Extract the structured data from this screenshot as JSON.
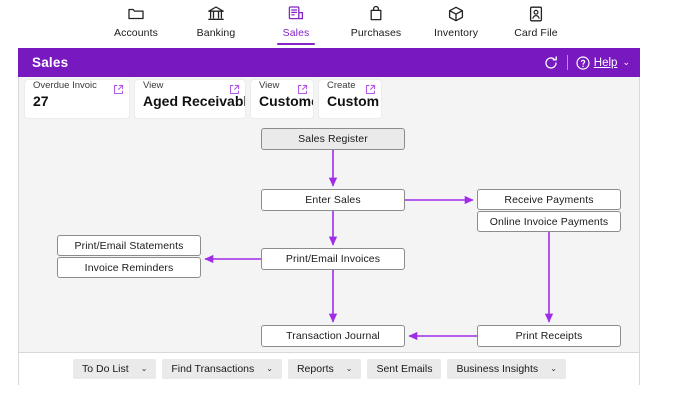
{
  "topnav": {
    "items": [
      {
        "label": "Accounts",
        "icon": "folder-icon",
        "active": false
      },
      {
        "label": "Banking",
        "icon": "bank-icon",
        "active": false
      },
      {
        "label": "Sales",
        "icon": "receipt-icon",
        "active": true
      },
      {
        "label": "Purchases",
        "icon": "shopping-bag-icon",
        "active": false
      },
      {
        "label": "Inventory",
        "icon": "box-icon",
        "active": false
      },
      {
        "label": "Card File",
        "icon": "contact-card-icon",
        "active": false
      }
    ]
  },
  "header": {
    "title": "Sales",
    "refresh_icon": "refresh-icon",
    "help_icon": "question-circle-icon",
    "help_label": "Help",
    "help_chevron": "⌄",
    "accent_color": "#7719bf"
  },
  "cards": [
    {
      "top": "Overdue Invoic",
      "main": "27",
      "icon": "external-link-icon"
    },
    {
      "top": "View",
      "main": "Aged Receivabl",
      "icon": "external-link-icon"
    },
    {
      "top": "View",
      "main": "Custome",
      "icon": "external-link-icon"
    },
    {
      "top": "Create",
      "main": "Custom",
      "icon": "external-link-icon"
    }
  ],
  "flow": {
    "nodes": {
      "sales_register": "Sales Register",
      "enter_sales": "Enter Sales",
      "receive_payments": "Receive Payments",
      "online_payments": "Online Invoice Payments",
      "print_invoices": "Print/Email Invoices",
      "statements": "Print/Email Statements",
      "reminders": "Invoice Reminders",
      "transaction_journal": "Transaction Journal",
      "print_receipts": "Print Receipts"
    },
    "arrow_color": "#a02ce8"
  },
  "toolbar": {
    "buttons": [
      {
        "label": "To Do List",
        "chevron": "⌄"
      },
      {
        "label": "Find Transactions",
        "chevron": "⌄"
      },
      {
        "label": "Reports",
        "chevron": "⌄"
      },
      {
        "label": "Sent Emails",
        "chevron": ""
      },
      {
        "label": "Business Insights",
        "chevron": "⌄"
      }
    ]
  }
}
